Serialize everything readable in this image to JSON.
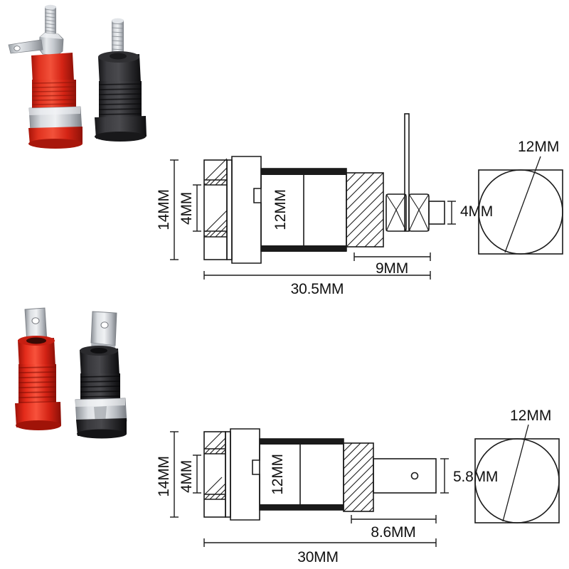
{
  "page": {
    "background_color": "#ffffff",
    "line_color": "#1a1a1a"
  },
  "photos": [
    {
      "name": "photo-binding-post-pair-solder-lug",
      "position": "top-left",
      "items": [
        {
          "name": "red-binding-post-solder-lug",
          "body_color": "#e02b18",
          "metal_color": "#c9ccd1",
          "terminal_type": "solder-lug"
        },
        {
          "name": "black-binding-post-threaded-stud",
          "body_color": "#2b2b2d",
          "metal_color": "#c9ccd1",
          "terminal_type": "threaded-stud"
        }
      ]
    },
    {
      "name": "photo-binding-post-pair-spade-lug",
      "position": "bottom-left",
      "items": [
        {
          "name": "red-binding-post-spade-lug",
          "body_color": "#e8251b",
          "metal_color": "#c9ccd1",
          "terminal_type": "spade-lug"
        },
        {
          "name": "black-binding-post-spade-lug",
          "body_color": "#232325",
          "metal_color": "#c9ccd1",
          "terminal_type": "spade-lug"
        }
      ]
    }
  ],
  "drawings": [
    {
      "name": "cross-section-drawing-top",
      "terminal_type": "threaded-stud-with-nuts",
      "dimensions": {
        "overall_length": "30.5MM",
        "stud_length": "9MM",
        "flange_diameter": "14MM",
        "panel_slot_width": "4MM",
        "body_diameter": "12MM",
        "stud_diameter": "4MM"
      }
    },
    {
      "name": "cross-section-drawing-bottom",
      "terminal_type": "spade-lug",
      "dimensions": {
        "overall_length": "30MM",
        "spade_length": "8.6MM",
        "flange_diameter": "14MM",
        "panel_slot_width": "4MM",
        "body_diameter": "12MM",
        "spade_width": "5.8MM"
      }
    }
  ],
  "circles": [
    {
      "name": "panel-cutout-diagram-top",
      "label": "12MM",
      "shape": "square-with-inscribed-circle"
    },
    {
      "name": "panel-cutout-diagram-bottom",
      "label": "12MM",
      "shape": "square-with-inscribed-circle"
    }
  ]
}
